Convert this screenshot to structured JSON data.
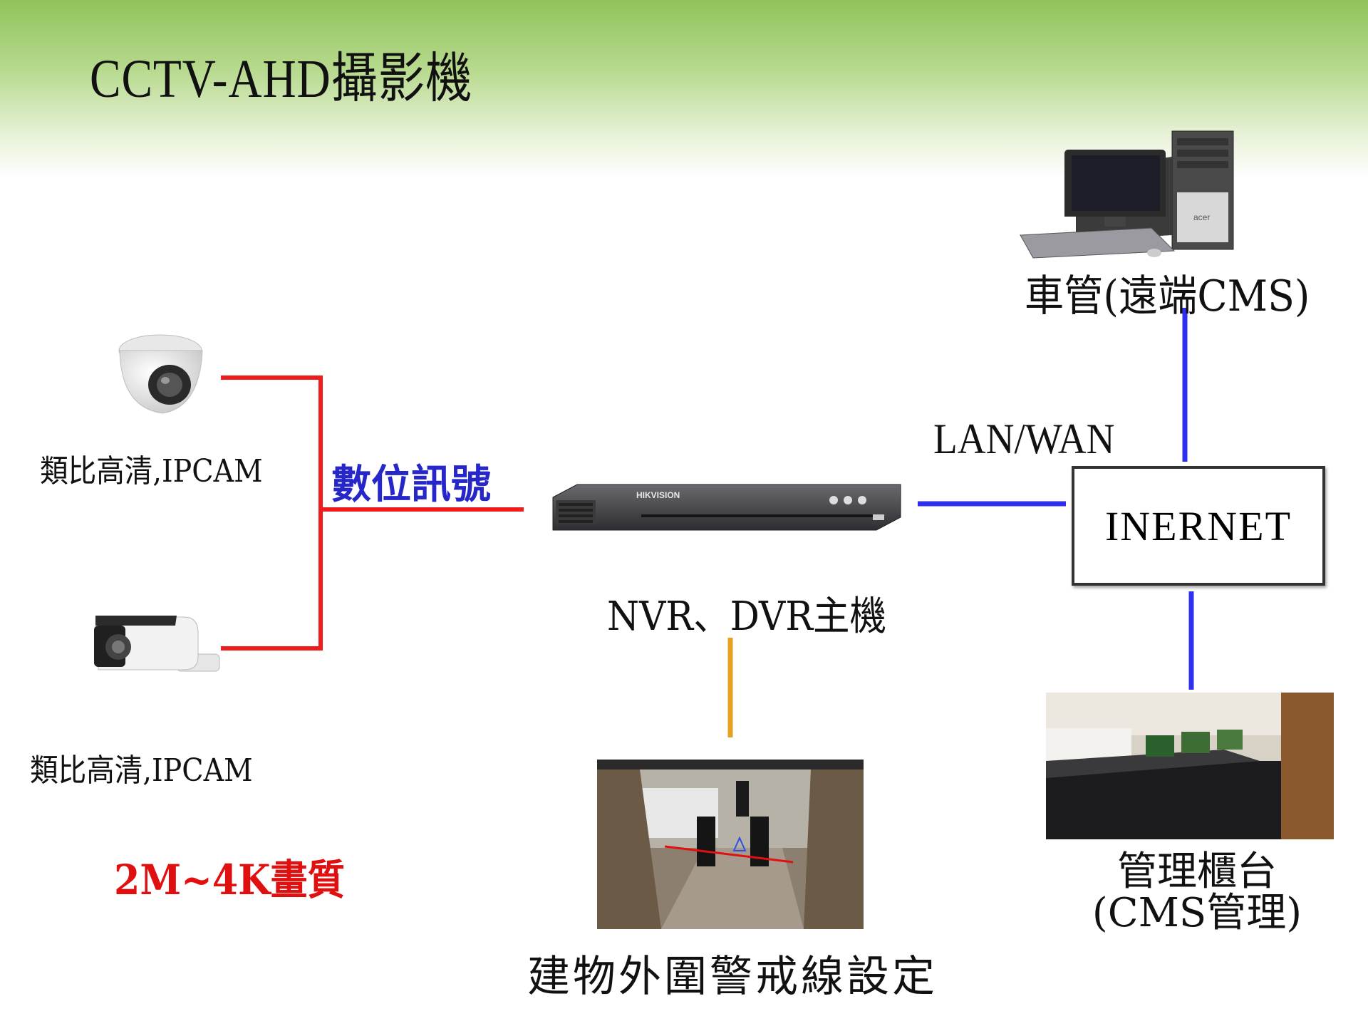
{
  "title": "CCTV-AHD攝影機",
  "cameras": [
    {
      "label": "類比高清,IPCAM",
      "icon": "dome-camera-icon"
    },
    {
      "label": "類比高清,IPCAM",
      "icon": "bullet-camera-icon"
    }
  ],
  "signal_label": "數位訊號",
  "nvr": {
    "label": "NVR、DVR主機",
    "brand": "HIKVISION"
  },
  "network_label": "LAN/WAN",
  "internet_label": "INERNET",
  "remote": {
    "label": "車管(遠端CMS)",
    "brand": "acer"
  },
  "fence": {
    "label": "建物外圍警戒線設定"
  },
  "counter": {
    "label": "管理櫃台\n(CMS管理)"
  },
  "quality": "2M~4K畫質",
  "colors": {
    "camera_link": "#ee1c1c",
    "network_link": "#2f2ff0",
    "fence_link": "#e8a020",
    "signal_text": "#2626c9",
    "quality_text": "#e01010"
  }
}
